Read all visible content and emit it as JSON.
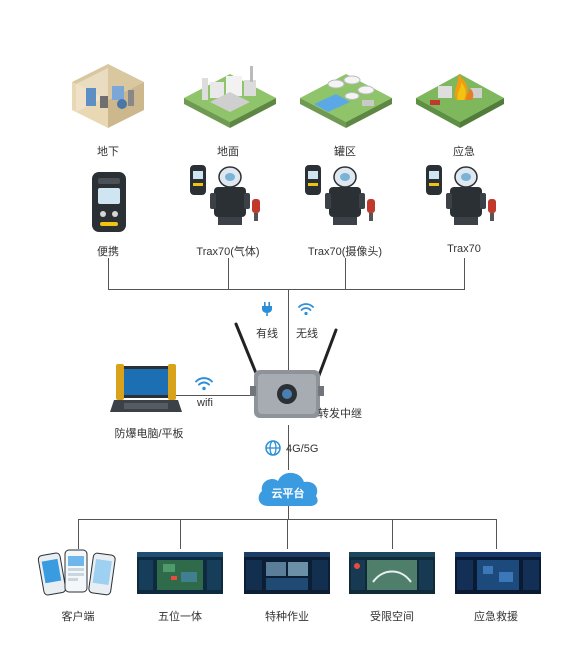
{
  "scenes": [
    {
      "label": "地下"
    },
    {
      "label": "地面"
    },
    {
      "label": "罐区"
    },
    {
      "label": "应急"
    }
  ],
  "devices": [
    {
      "label": "便携"
    },
    {
      "label": "Trax70(气体)"
    },
    {
      "label": "Trax70(摄像头)"
    },
    {
      "label": "Trax70"
    }
  ],
  "links": {
    "wired": "有线",
    "wireless": "无线",
    "wifi": "wifi",
    "cellular": "4G/5G"
  },
  "hub": {
    "laptop_label": "防爆电脑/平板",
    "relay_label": "转发中继",
    "cloud_label": "云平台"
  },
  "apps": [
    {
      "label": "客户端"
    },
    {
      "label": "五位一体"
    },
    {
      "label": "特种作业"
    },
    {
      "label": "受限空间"
    },
    {
      "label": "应急救援"
    }
  ],
  "colors": {
    "line": "#555555",
    "accent_blue": "#2a8fd8",
    "cloud": "#3a9be0",
    "device_dark": "#2b3035",
    "ground_green": "#8fc46a"
  }
}
